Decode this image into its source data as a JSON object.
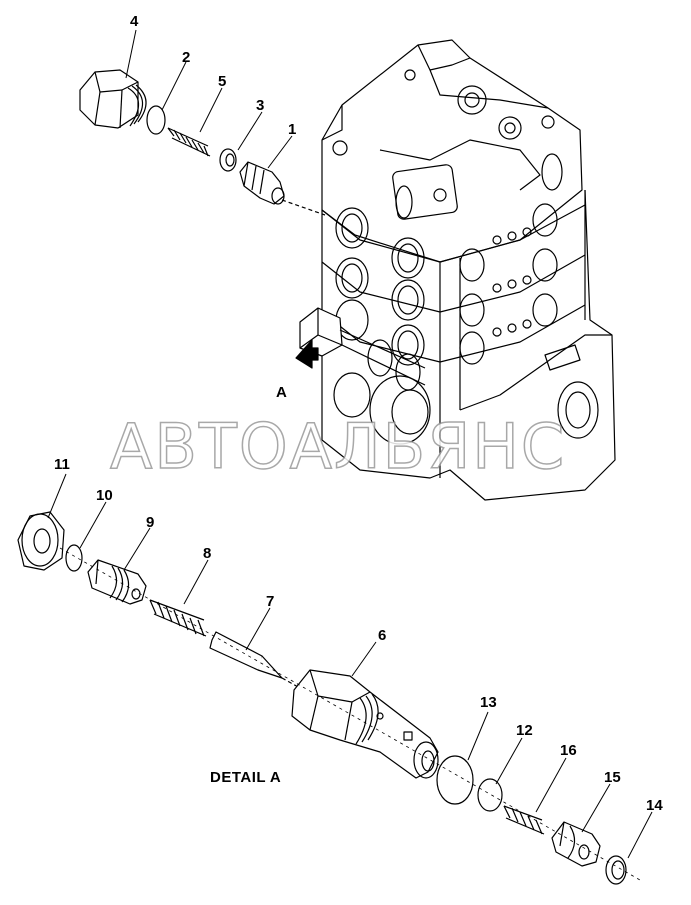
{
  "callouts": {
    "p1": "1",
    "p2": "2",
    "p3": "3",
    "p4": "4",
    "p5": "5",
    "p6": "6",
    "p7": "7",
    "p8": "8",
    "p9": "9",
    "p10": "10",
    "p11": "11",
    "p12": "12",
    "p13": "13",
    "p14": "14",
    "p15": "15",
    "p16": "16"
  },
  "view_marker": "A",
  "detail_label": "DETAIL A",
  "watermark": "АВТОАЛЬЯНС",
  "colors": {
    "line": "#000000",
    "watermark_outline": "#9a9a9a"
  }
}
